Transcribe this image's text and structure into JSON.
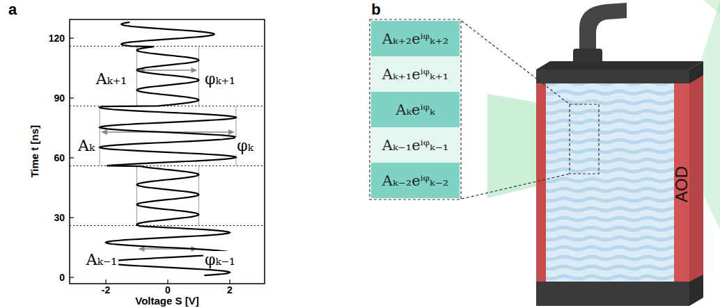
{
  "diagram": {
    "nodes": [
      {
        "text": [
          "Aₖ₊₂eⁱᵠₖ₊₂"
        ]
      },
      {
        "text": [
          "Aₖ₊₁eⁱᵠₖ₊₁"
        ]
      },
      {
        "text": [
          "Aₖeⁱᵠₖ"
        ]
      },
      {
        "text": [
          "Aₖ₋₁eⁱᵠₖ₋₁"
        ]
      },
      {
        "text": [
          "Aₖ₋₂eⁱᵠₖ₋₂"
        ]
      },
      {
        "text": [
          "AOD"
        ]
      }
    ],
    "labels": [
      "a",
      "b",
      "Time t [ns]",
      "Voltage S [V]",
      "0",
      "30",
      "60",
      "90",
      "120",
      "-2",
      "0",
      "2",
      "Aₖ₊₁",
      "φₖ₊₁",
      "Aₖ",
      "φₖ",
      "Aₖ₋₁",
      "φₖ₋₁"
    ]
  }
}
